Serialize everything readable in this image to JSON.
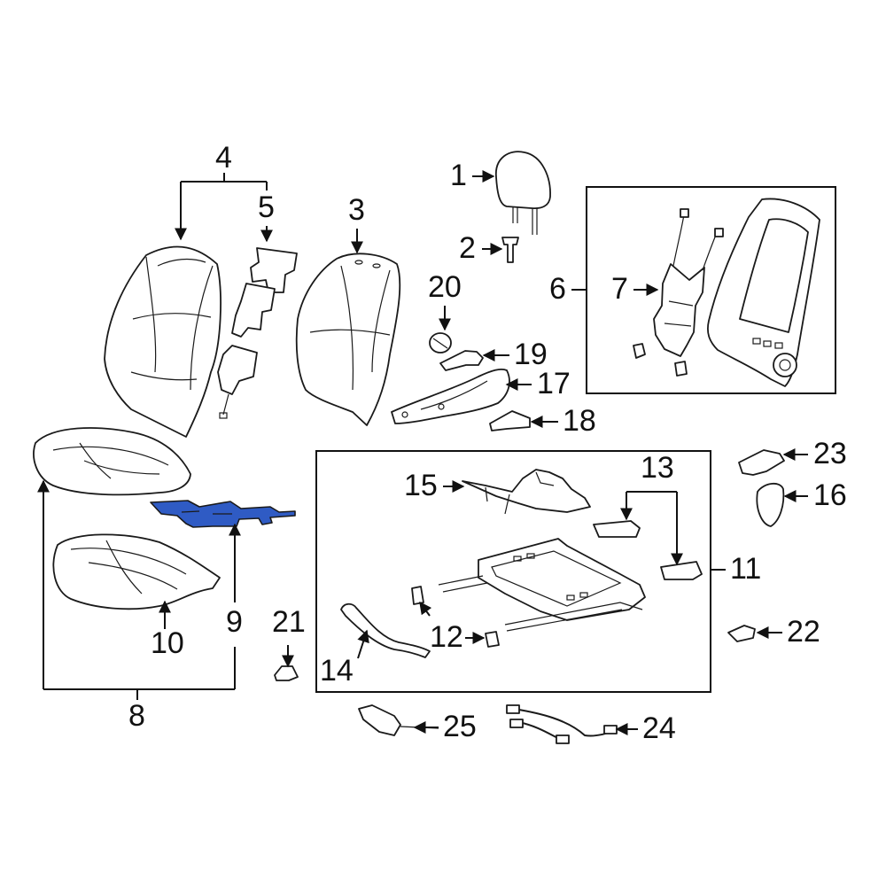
{
  "highlight_color": "#2f5bc4",
  "callouts": {
    "c1": "1",
    "c2": "2",
    "c3": "3",
    "c4": "4",
    "c5": "5",
    "c6": "6",
    "c7": "7",
    "c8": "8",
    "c9": "9",
    "c10": "10",
    "c11": "11",
    "c12": "12",
    "c13": "13",
    "c14": "14",
    "c15": "15",
    "c16": "16",
    "c17": "17",
    "c18": "18",
    "c19": "19",
    "c20": "20",
    "c21": "21",
    "c22": "22",
    "c23": "23",
    "c24": "24",
    "c25": "25"
  }
}
